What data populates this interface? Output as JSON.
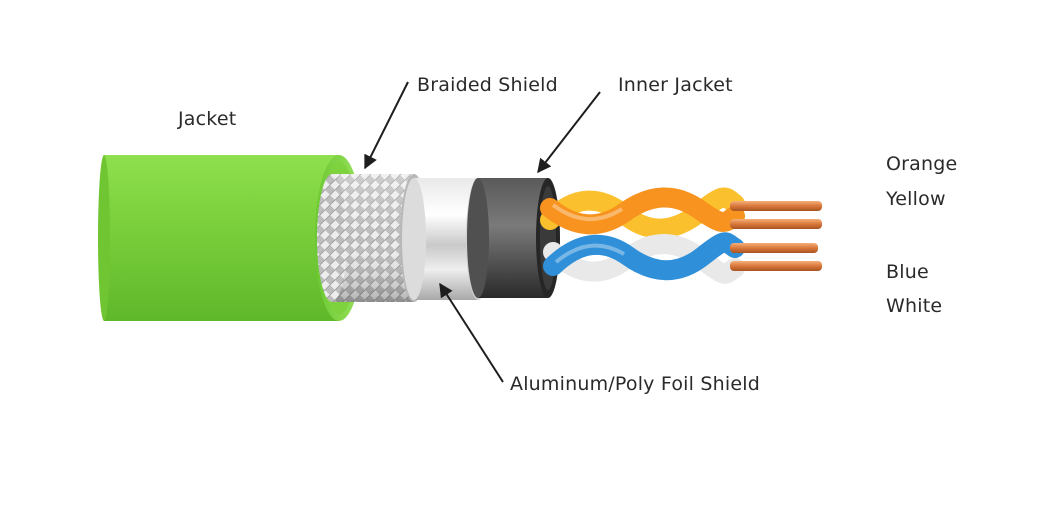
{
  "labels": {
    "jacket": "Jacket",
    "braided_shield": "Braided Shield",
    "inner_jacket": "Inner Jacket",
    "foil_shield": "Aluminum/Poly Foil Shield",
    "orange": "Orange",
    "yellow": "Yellow",
    "blue": "Blue",
    "white": "White"
  },
  "colors": {
    "jacket": "#7ed23e",
    "braid": "#cfcfcf",
    "foil": "#d8d8d8",
    "inner_jacket": "#3a3a3a",
    "orange_wire": "#f7931e",
    "yellow_wire": "#fbc02d",
    "blue_wire": "#2f8fd8",
    "white_wire": "#f2f2f2",
    "copper": "#d9773c"
  }
}
